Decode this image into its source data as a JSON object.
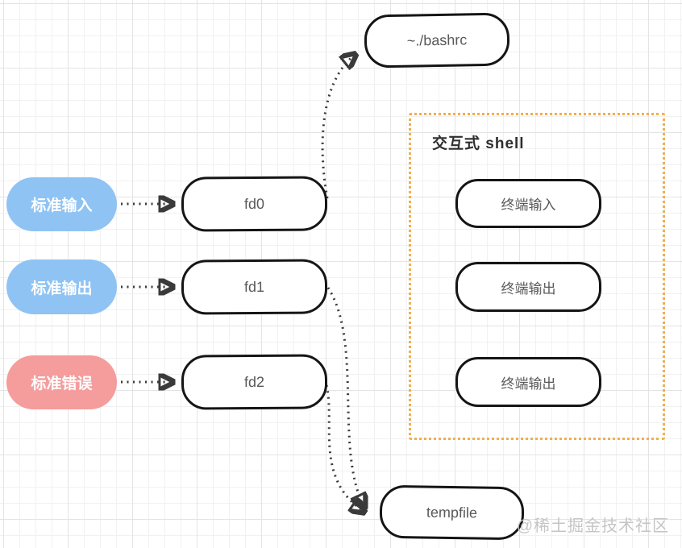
{
  "diagram_title": "",
  "nodes": {
    "bashrc": {
      "label": "~./bashrc"
    },
    "fd0": {
      "label": "fd0"
    },
    "fd1": {
      "label": "fd1"
    },
    "fd2": {
      "label": "fd2"
    },
    "stdin": {
      "label": "标准输入"
    },
    "stdout": {
      "label": "标准输出"
    },
    "stderr": {
      "label": "标准错误"
    },
    "tempfile": {
      "label": "tempfile"
    },
    "shell": {
      "title": "交互式 shell"
    },
    "term_in": {
      "label": "终端输入"
    },
    "term_out1": {
      "label": "终端输出"
    },
    "term_out2": {
      "label": "终端输出"
    }
  },
  "edges": [
    {
      "from": "标准输入",
      "to": "fd0",
      "style": "dotted-arrow"
    },
    {
      "from": "标准输出",
      "to": "fd1",
      "style": "dotted-arrow"
    },
    {
      "from": "标准错误",
      "to": "fd2",
      "style": "dotted-arrow"
    },
    {
      "from": "fd0",
      "to": "~./bashrc",
      "style": "dotted-arrow-curved"
    },
    {
      "from": "fd1",
      "to": "tempfile",
      "style": "dotted-arrow-curved"
    },
    {
      "from": "fd2",
      "to": "tempfile",
      "style": "dotted-arrow-curved"
    }
  ],
  "watermark": "@稀土掘金技术社区",
  "colors": {
    "blue": "#8FC3F3",
    "pink": "#F59C9C",
    "orange": "#F0AF4D",
    "ink": "#2f2f2f",
    "box-text": "#595959",
    "arrow": "#3a3a3a",
    "wm": "#c5c5c5"
  }
}
